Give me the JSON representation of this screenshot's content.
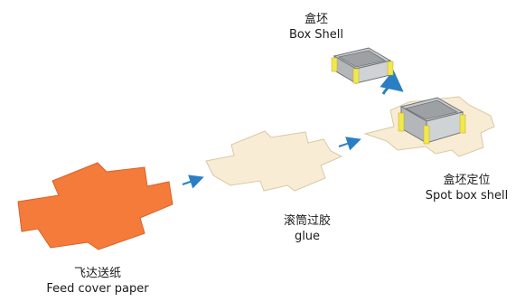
{
  "steps": [
    {
      "zh": "飞达送纸",
      "en": "Feed cover paper"
    },
    {
      "zh": "滚筒过胶",
      "en": "glue"
    },
    {
      "zh": "盒坯定位",
      "en": "Spot box shell"
    }
  ],
  "box_shell": {
    "zh": "盒坯",
    "en": "Box Shell"
  },
  "colors": {
    "cover_paper": "#f47b3a",
    "glued_paper": "#f8ecd4",
    "arrow": "#2a7fc4",
    "box_grey": "#a8acae",
    "box_corner": "#f2e74d"
  }
}
